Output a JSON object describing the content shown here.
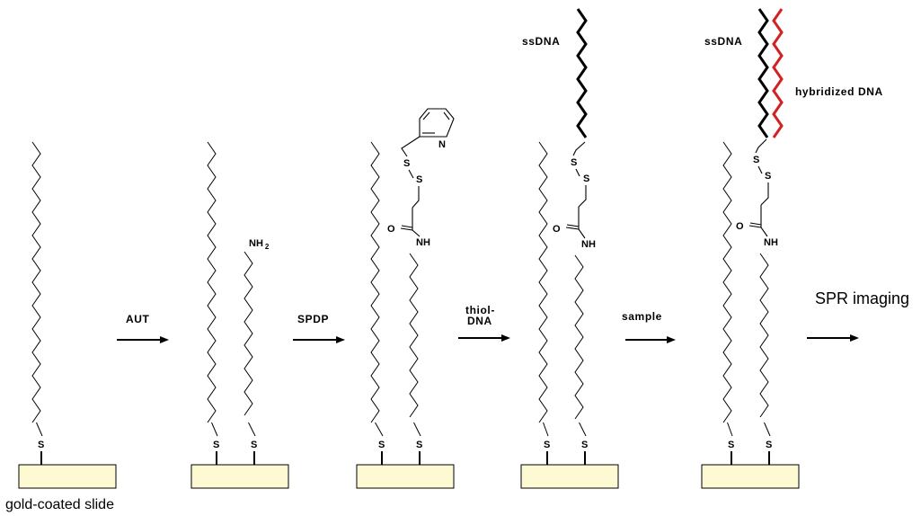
{
  "colors": {
    "slide_fill": "#fdf9d3",
    "ssdna_strand": "#000000",
    "hybridized_strand": "#d42020"
  },
  "labels": {
    "slide_caption": "gold-coated slide",
    "ssdna_1": "ssDNA",
    "ssdna_2": "ssDNA",
    "hybridized": "hybridized DNA"
  },
  "steps": [
    {
      "reagent_line1": "AUT",
      "reagent_line2": ""
    },
    {
      "reagent_line1": "SPDP",
      "reagent_line2": ""
    },
    {
      "reagent_line1": "thiol-",
      "reagent_line2": "DNA"
    },
    {
      "reagent_line1": "sample",
      "reagent_line2": ""
    },
    {
      "reagent_line1": "SPR imaging",
      "reagent_line2": ""
    }
  ],
  "atoms": {
    "sulfur": "S",
    "amine_N": "NH",
    "amine_sub": "2",
    "amide_NH": "NH",
    "carbonyl_O": "O",
    "pyridine_N": "N"
  }
}
